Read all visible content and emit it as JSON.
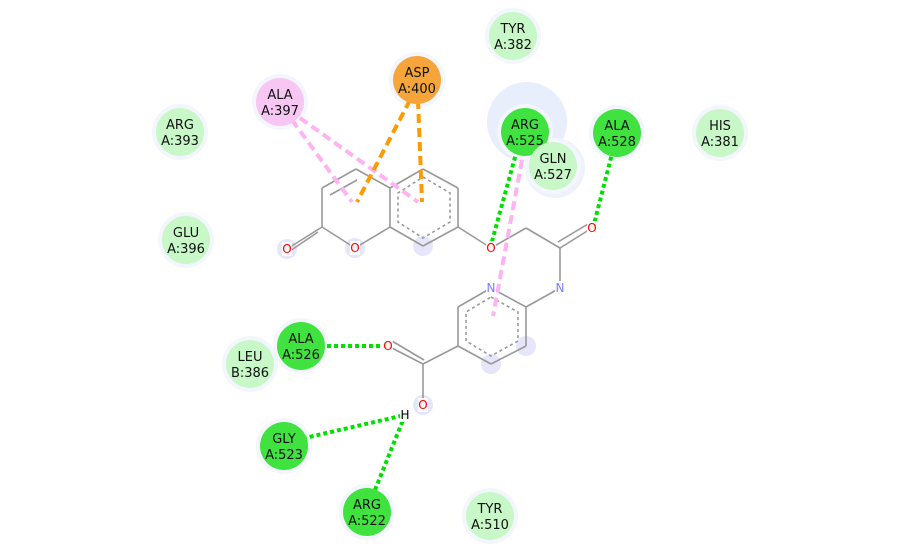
{
  "colors": {
    "hbond": "#00e000",
    "pi_anion": "#ff9a00",
    "pi_alkyl": "#ffb3f0",
    "vdw_fill": "#c8f7c8",
    "hbond_fill": "#3fe23f",
    "anion_fill": "#f5a53a",
    "alkyl_fill": "#f7c6f3",
    "bond": "#999999",
    "oxygen": "#ff0000",
    "nitrogen": "#8080ff"
  },
  "residues": [
    {
      "id": "tyr382",
      "name": "TYR",
      "chain": "A:382",
      "type": "vdw"
    },
    {
      "id": "asp400",
      "name": "ASP",
      "chain": "A:400",
      "type": "anion"
    },
    {
      "id": "ala397",
      "name": "ALA",
      "chain": "A:397",
      "type": "alkyl"
    },
    {
      "id": "arg393",
      "name": "ARG",
      "chain": "A:393",
      "type": "vdw"
    },
    {
      "id": "arg525",
      "name": "ARG",
      "chain": "A:525",
      "type": "hbond"
    },
    {
      "id": "gln527",
      "name": "GLN",
      "chain": "A:527",
      "type": "vdw"
    },
    {
      "id": "ala528",
      "name": "ALA",
      "chain": "A:528",
      "type": "hbond"
    },
    {
      "id": "his381",
      "name": "HIS",
      "chain": "A:381",
      "type": "vdw"
    },
    {
      "id": "glu396",
      "name": "GLU",
      "chain": "A:396",
      "type": "vdw"
    },
    {
      "id": "leu386",
      "name": "LEU",
      "chain": "B:386",
      "type": "vdw"
    },
    {
      "id": "ala526",
      "name": "ALA",
      "chain": "A:526",
      "type": "hbond"
    },
    {
      "id": "gly523",
      "name": "GLY",
      "chain": "A:523",
      "type": "hbond"
    },
    {
      "id": "arg522",
      "name": "ARG",
      "chain": "A:522",
      "type": "hbond"
    },
    {
      "id": "tyr510",
      "name": "TYR",
      "chain": "A:510",
      "type": "vdw"
    }
  ],
  "atoms": {
    "oxygen": "O",
    "nitrogen": "N",
    "hydrogen": "H"
  }
}
